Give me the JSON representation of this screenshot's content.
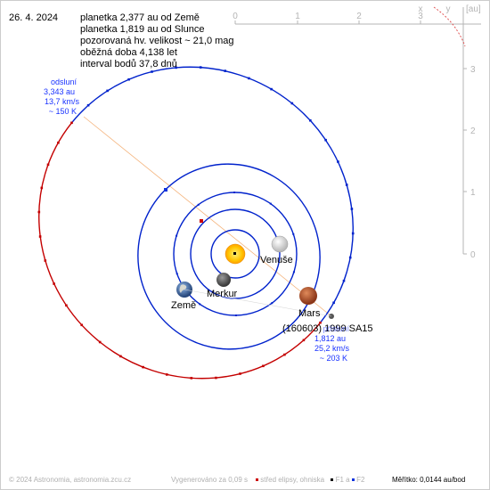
{
  "date": "26. 4. 2024",
  "info_lines": [
    "planetka 2,377 au od Země",
    "planetka 1,819 au od Slunce",
    "pozorovaná hv. velikost ~ 21,0 mag",
    "oběžná doba 4,138 let",
    "interval bodů 37,8 dnů"
  ],
  "axis": {
    "x_letter": "x",
    "y_letter": "y",
    "unit": "[au]",
    "x_ticks": [
      "0",
      "1",
      "2",
      "3"
    ],
    "y_ticks": [
      "3",
      "2",
      "1",
      "0"
    ]
  },
  "aphelion": {
    "title": "odsluní",
    "distance": "3,343 au",
    "speed": "13,7 km/s",
    "temperature": "~ 150 K"
  },
  "perihelion": {
    "title": "přísluní",
    "distance": "1,812 au",
    "speed": "25,2 km/s",
    "temperature": "~ 203 K"
  },
  "planets": {
    "venus": "Venuše",
    "mercury": "Merkur",
    "earth": "Země",
    "mars": "Mars"
  },
  "asteroid_name": "(160603) 1999 SA15",
  "footer": {
    "copyright": "© 2024 Astronomia, astronomia.zcu.cz",
    "generated": "Vygenerováno za 0,09 s",
    "legend_center": "střed elipsy, ohniska",
    "legend_f1": "F1",
    "legend_a": "a",
    "legend_f2": "F2",
    "scale": "Měřítko: 0,0144 au/bod"
  },
  "colors": {
    "earth_orbit": "#0022cc",
    "asteroid_orbit": "#c40000",
    "label_blue": "#1a33ff",
    "sun": "#ffd21a"
  }
}
